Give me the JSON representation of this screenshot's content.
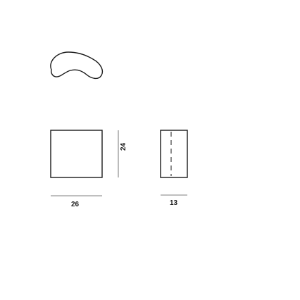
{
  "dimensions": {
    "width": "26",
    "height": "24",
    "depth": "13"
  },
  "colors": {
    "line": "#1a1a1a",
    "dim_line": "#555555",
    "background": "#ffffff"
  }
}
